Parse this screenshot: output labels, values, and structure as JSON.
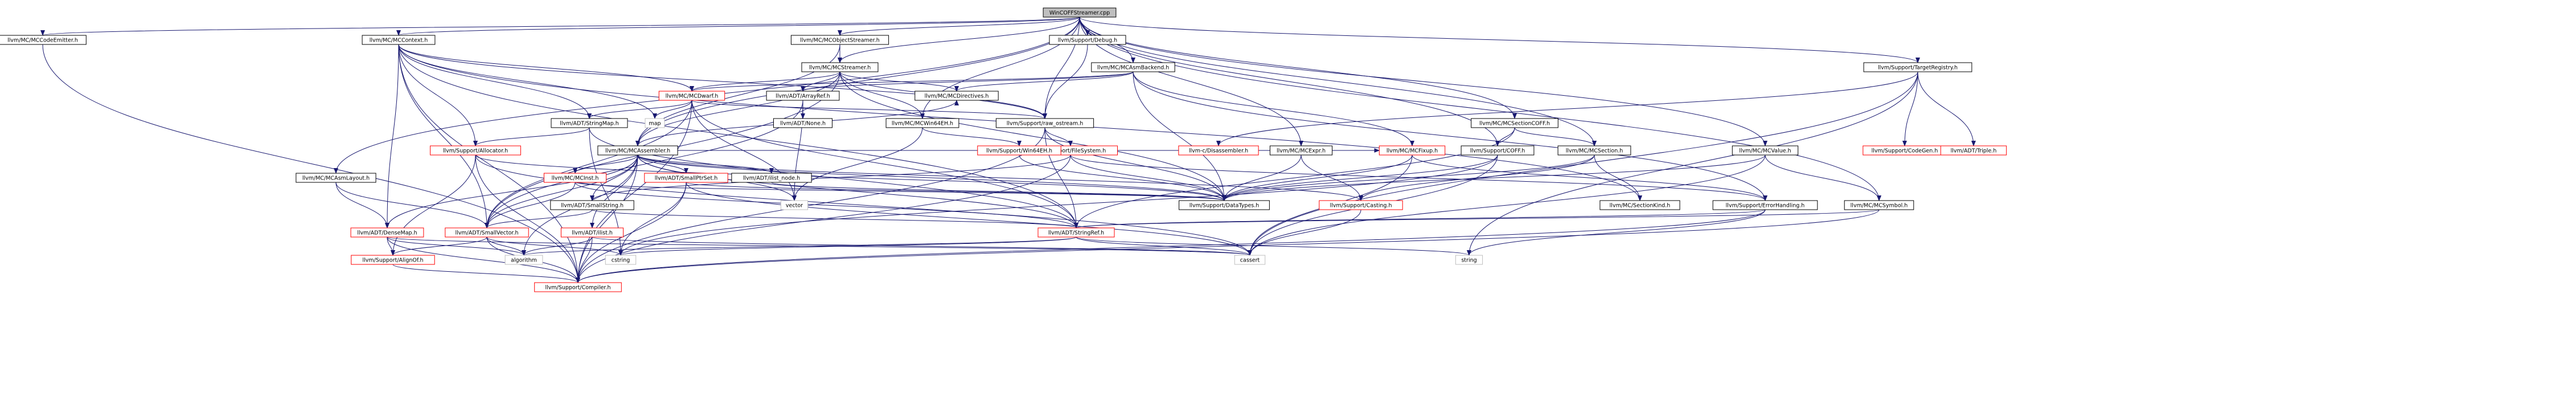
{
  "colors": {
    "edge": "#191970",
    "root_fill": "#bfbfbf",
    "node_fill": "#ffffff",
    "node_stroke_linked": "#000000",
    "node_stroke_truncated": "#ff0000",
    "node_stroke_plain": "#bfbfbf",
    "text": "#000000"
  },
  "nodes": [
    {
      "id": "root",
      "label": "WinCOFFStreamer.cpp",
      "kind": "root"
    },
    {
      "id": "codeemitter",
      "label": "llvm/MC/MCCodeEmitter.h",
      "kind": "linked"
    },
    {
      "id": "mccontext",
      "label": "llvm/MC/MCContext.h",
      "kind": "linked"
    },
    {
      "id": "objstreamer",
      "label": "llvm/MC/MCObjectStreamer.h",
      "kind": "linked"
    },
    {
      "id": "debug",
      "label": "llvm/Support/Debug.h",
      "kind": "linked"
    },
    {
      "id": "asmbackend",
      "label": "llvm/MC/MCAsmBackend.h",
      "kind": "linked"
    },
    {
      "id": "mcstreamer",
      "label": "llvm/MC/MCStreamer.h",
      "kind": "linked"
    },
    {
      "id": "targetreg",
      "label": "llvm/Support/TargetRegistry.h",
      "kind": "linked"
    },
    {
      "id": "mcdwarf",
      "label": "llvm/MC/MCDwarf.h",
      "kind": "truncated"
    },
    {
      "id": "arrayref",
      "label": "llvm/ADT/ArrayRef.h",
      "kind": "linked"
    },
    {
      "id": "mcdirectives",
      "label": "llvm/MC/MCDirectives.h",
      "kind": "linked"
    },
    {
      "id": "stringmap",
      "label": "llvm/ADT/StringMap.h",
      "kind": "linked"
    },
    {
      "id": "map",
      "label": "map",
      "kind": "plain"
    },
    {
      "id": "optional",
      "label": "llvm/ADT/None.h",
      "kind": "linked"
    },
    {
      "id": "mcwin64eh",
      "label": "llvm/MC/MCWin64EH.h",
      "kind": "linked"
    },
    {
      "id": "rawostream",
      "label": "llvm/Support/raw_ostream.h",
      "kind": "linked"
    },
    {
      "id": "mcsectioncoff",
      "label": "llvm/MC/MCSectionCOFF.h",
      "kind": "linked"
    },
    {
      "id": "allocator",
      "label": "llvm/Support/Allocator.h",
      "kind": "truncated"
    },
    {
      "id": "mcassembler",
      "label": "llvm/MC/MCAssembler.h",
      "kind": "linked"
    },
    {
      "id": "codegen",
      "label": "llvm/Support/CodeGen.h",
      "kind": "truncated"
    },
    {
      "id": "triple",
      "label": "llvm/ADT/Triple.h",
      "kind": "truncated"
    },
    {
      "id": "filesystem",
      "label": "llvm/Support/FileSystem.h",
      "kind": "truncated"
    },
    {
      "id": "win64eh",
      "label": "llvm/Support/Win64EH.h",
      "kind": "truncated"
    },
    {
      "id": "mcdisasm",
      "label": "llvm-c/Disassembler.h",
      "kind": "truncated"
    },
    {
      "id": "mcexpr",
      "label": "llvm/MC/MCExpr.h",
      "kind": "linked"
    },
    {
      "id": "mcfixup",
      "label": "llvm/MC/MCFixup.h",
      "kind": "truncated"
    },
    {
      "id": "coff",
      "label": "llvm/Support/COFF.h",
      "kind": "linked"
    },
    {
      "id": "mcsection",
      "label": "llvm/MC/MCSection.h",
      "kind": "linked"
    },
    {
      "id": "mcvalue",
      "label": "llvm/MC/MCValue.h",
      "kind": "linked"
    },
    {
      "id": "mcinst",
      "label": "llvm/MC/MCInst.h",
      "kind": "truncated"
    },
    {
      "id": "smallptrset",
      "label": "llvm/ADT/SmallPtrSet.h",
      "kind": "truncated"
    },
    {
      "id": "ilistnode",
      "label": "llvm/ADT/ilist_node.h",
      "kind": "linked"
    },
    {
      "id": "asmlayout",
      "label": "llvm/MC/MCAsmLayout.h",
      "kind": "linked"
    },
    {
      "id": "smallstring",
      "label": "llvm/ADT/SmallString.h",
      "kind": "linked"
    },
    {
      "id": "vector",
      "label": "vector",
      "kind": "plain"
    },
    {
      "id": "datatypes",
      "label": "llvm/Support/DataTypes.h",
      "kind": "linked"
    },
    {
      "id": "casting",
      "label": "llvm/Support/Casting.h",
      "kind": "truncated"
    },
    {
      "id": "sectionkind",
      "label": "llvm/MC/SectionKind.h",
      "kind": "linked"
    },
    {
      "id": "errorhandling",
      "label": "llvm/Support/ErrorHandling.h",
      "kind": "linked"
    },
    {
      "id": "mcsymbol",
      "label": "llvm/MC/MCSymbol.h",
      "kind": "linked"
    },
    {
      "id": "densemap",
      "label": "llvm/ADT/DenseMap.h",
      "kind": "truncated"
    },
    {
      "id": "smallvector",
      "label": "llvm/ADT/SmallVector.h",
      "kind": "truncated"
    },
    {
      "id": "ilist",
      "label": "llvm/ADT/ilist.h",
      "kind": "truncated"
    },
    {
      "id": "stringref",
      "label": "llvm/ADT/StringRef.h",
      "kind": "truncated"
    },
    {
      "id": "alignof",
      "label": "llvm/Support/AlignOf.h",
      "kind": "truncated"
    },
    {
      "id": "algorithm",
      "label": "algorithm",
      "kind": "plain"
    },
    {
      "id": "cstring",
      "label": "cstring",
      "kind": "plain"
    },
    {
      "id": "cassert",
      "label": "cassert",
      "kind": "plain"
    },
    {
      "id": "string",
      "label": "string",
      "kind": "plain"
    },
    {
      "id": "compiler",
      "label": "llvm/Support/Compiler.h",
      "kind": "truncated"
    }
  ],
  "edges": [
    [
      "root",
      "codeemitter"
    ],
    [
      "root",
      "mccontext"
    ],
    [
      "root",
      "objstreamer"
    ],
    [
      "root",
      "debug"
    ],
    [
      "root",
      "asmbackend"
    ],
    [
      "root",
      "mcstreamer"
    ],
    [
      "root",
      "targetreg"
    ],
    [
      "root",
      "mcassembler"
    ],
    [
      "root",
      "mcwin64eh"
    ],
    [
      "root",
      "rawostream"
    ],
    [
      "root",
      "mcsectioncoff"
    ],
    [
      "root",
      "mcexpr"
    ],
    [
      "root",
      "coff"
    ],
    [
      "root",
      "mcsection"
    ],
    [
      "root",
      "mcvalue"
    ],
    [
      "root",
      "mcsymbol"
    ],
    [
      "root",
      "asmlayout"
    ],
    [
      "codeemitter",
      "compiler"
    ],
    [
      "mccontext",
      "stringmap"
    ],
    [
      "mccontext",
      "allocator"
    ],
    [
      "mccontext",
      "mcdwarf"
    ],
    [
      "mccontext",
      "map"
    ],
    [
      "mccontext",
      "sectionkind"
    ],
    [
      "mccontext",
      "densemap"
    ],
    [
      "mccontext",
      "smallvector"
    ],
    [
      "mccontext",
      "rawostream"
    ],
    [
      "mccontext",
      "compiler"
    ],
    [
      "mccontext",
      "stringref"
    ],
    [
      "objstreamer",
      "mcstreamer"
    ],
    [
      "objstreamer",
      "mcassembler"
    ],
    [
      "debug",
      "rawostream"
    ],
    [
      "asmbackend",
      "arrayref"
    ],
    [
      "asmbackend",
      "mcdirectives"
    ],
    [
      "asmbackend",
      "mcdwarf"
    ],
    [
      "asmbackend",
      "mcfixup"
    ],
    [
      "asmbackend",
      "datatypes"
    ],
    [
      "asmbackend",
      "errorhandling"
    ],
    [
      "mcstreamer",
      "mcdwarf"
    ],
    [
      "mcstreamer",
      "arrayref"
    ],
    [
      "mcstreamer",
      "mcdirectives"
    ],
    [
      "mcstreamer",
      "mcwin64eh"
    ],
    [
      "mcstreamer",
      "rawostream"
    ],
    [
      "mcstreamer",
      "smallvector"
    ],
    [
      "mcstreamer",
      "datatypes"
    ],
    [
      "mcstreamer",
      "mcassembler"
    ],
    [
      "targetreg",
      "codegen"
    ],
    [
      "targetreg",
      "triple"
    ],
    [
      "targetreg",
      "mcdisasm"
    ],
    [
      "targetreg",
      "cassert"
    ],
    [
      "targetreg",
      "string"
    ],
    [
      "mcdwarf",
      "map"
    ],
    [
      "mcdwarf",
      "vector"
    ],
    [
      "mcdwarf",
      "stringmap"
    ],
    [
      "mcdwarf",
      "rawostream"
    ],
    [
      "mcdwarf",
      "smallvector"
    ],
    [
      "mcdwarf",
      "stringref"
    ],
    [
      "mcdwarf",
      "compiler"
    ],
    [
      "arrayref",
      "optional"
    ],
    [
      "arrayref",
      "smallvector"
    ],
    [
      "arrayref",
      "vector"
    ],
    [
      "stringmap",
      "allocator"
    ],
    [
      "stringmap",
      "stringref"
    ],
    [
      "stringmap",
      "cstring"
    ],
    [
      "mcwin64eh",
      "win64eh"
    ],
    [
      "mcwin64eh",
      "vector"
    ],
    [
      "rawostream",
      "filesystem"
    ],
    [
      "rawostream",
      "datatypes"
    ],
    [
      "rawostream",
      "stringref"
    ],
    [
      "rawostream",
      "compiler"
    ],
    [
      "mcsectioncoff",
      "mcsection"
    ],
    [
      "mcsectioncoff",
      "coff"
    ],
    [
      "mcsectioncoff",
      "stringref"
    ],
    [
      "allocator",
      "alignof"
    ],
    [
      "allocator",
      "datatypes"
    ],
    [
      "allocator",
      "cassert"
    ],
    [
      "allocator",
      "compiler"
    ],
    [
      "mcassembler",
      "mcinst"
    ],
    [
      "mcassembler",
      "smallptrset"
    ],
    [
      "mcassembler",
      "ilistnode"
    ],
    [
      "mcassembler",
      "smallstring"
    ],
    [
      "mcassembler",
      "vector"
    ],
    [
      "mcassembler",
      "datatypes"
    ],
    [
      "mcassembler",
      "casting"
    ],
    [
      "mcassembler",
      "densemap"
    ],
    [
      "mcassembler",
      "smallvector"
    ],
    [
      "mcassembler",
      "ilist"
    ],
    [
      "mcassembler",
      "mcfixup"
    ],
    [
      "mcassembler",
      "algorithm"
    ],
    [
      "mcassembler",
      "compiler"
    ],
    [
      "mcassembler",
      "stringref"
    ],
    [
      "mcassembler",
      "mcdirectives"
    ],
    [
      "filesystem",
      "datatypes"
    ],
    [
      "filesystem",
      "smallstring"
    ],
    [
      "filesystem",
      "errorhandling"
    ],
    [
      "filesystem",
      "compiler"
    ],
    [
      "win64eh",
      "datatypes"
    ],
    [
      "mcexpr",
      "casting"
    ],
    [
      "mcexpr",
      "datatypes"
    ],
    [
      "mcfixup",
      "datatypes"
    ],
    [
      "mcfixup",
      "errorhandling"
    ],
    [
      "mcfixup",
      "cassert"
    ],
    [
      "coff",
      "datatypes"
    ],
    [
      "coff",
      "cassert"
    ],
    [
      "coff",
      "cstring"
    ],
    [
      "mcsection",
      "sectionkind"
    ],
    [
      "mcsection",
      "casting"
    ],
    [
      "mcsection",
      "datatypes"
    ],
    [
      "mcvalue",
      "mcsymbol"
    ],
    [
      "mcvalue",
      "datatypes"
    ],
    [
      "mcvalue",
      "cassert"
    ],
    [
      "mcsymbol",
      "stringref"
    ],
    [
      "mcsymbol",
      "compiler"
    ],
    [
      "mcinst",
      "smallvector"
    ],
    [
      "mcinst",
      "stringref"
    ],
    [
      "mcinst",
      "datatypes"
    ],
    [
      "smallptrset",
      "datatypes"
    ],
    [
      "smallptrset",
      "compiler"
    ],
    [
      "smallptrset",
      "cassert"
    ],
    [
      "smallptrset",
      "cstring"
    ],
    [
      "ilistnode",
      "datatypes"
    ],
    [
      "asmlayout",
      "densemap"
    ],
    [
      "asmlayout",
      "smallvector"
    ],
    [
      "smallstring",
      "smallvector"
    ],
    [
      "smallstring",
      "stringref"
    ],
    [
      "casting",
      "cassert"
    ],
    [
      "errorhandling",
      "compiler"
    ],
    [
      "errorhandling",
      "string"
    ],
    [
      "errorhandling",
      "stringref"
    ],
    [
      "densemap",
      "alignof"
    ],
    [
      "densemap",
      "algorithm"
    ],
    [
      "densemap",
      "cassert"
    ],
    [
      "densemap",
      "compiler"
    ],
    [
      "smallvector",
      "alignof"
    ],
    [
      "smallvector",
      "algorithm"
    ],
    [
      "smallvector",
      "cstring"
    ],
    [
      "smallvector",
      "compiler"
    ],
    [
      "ilist",
      "algorithm"
    ],
    [
      "ilist",
      "cassert"
    ],
    [
      "ilist",
      "compiler"
    ],
    [
      "stringref",
      "algorithm"
    ],
    [
      "stringref",
      "cassert"
    ],
    [
      "stringref",
      "cstring"
    ],
    [
      "stringref",
      "string"
    ],
    [
      "alignof",
      "compiler"
    ]
  ]
}
